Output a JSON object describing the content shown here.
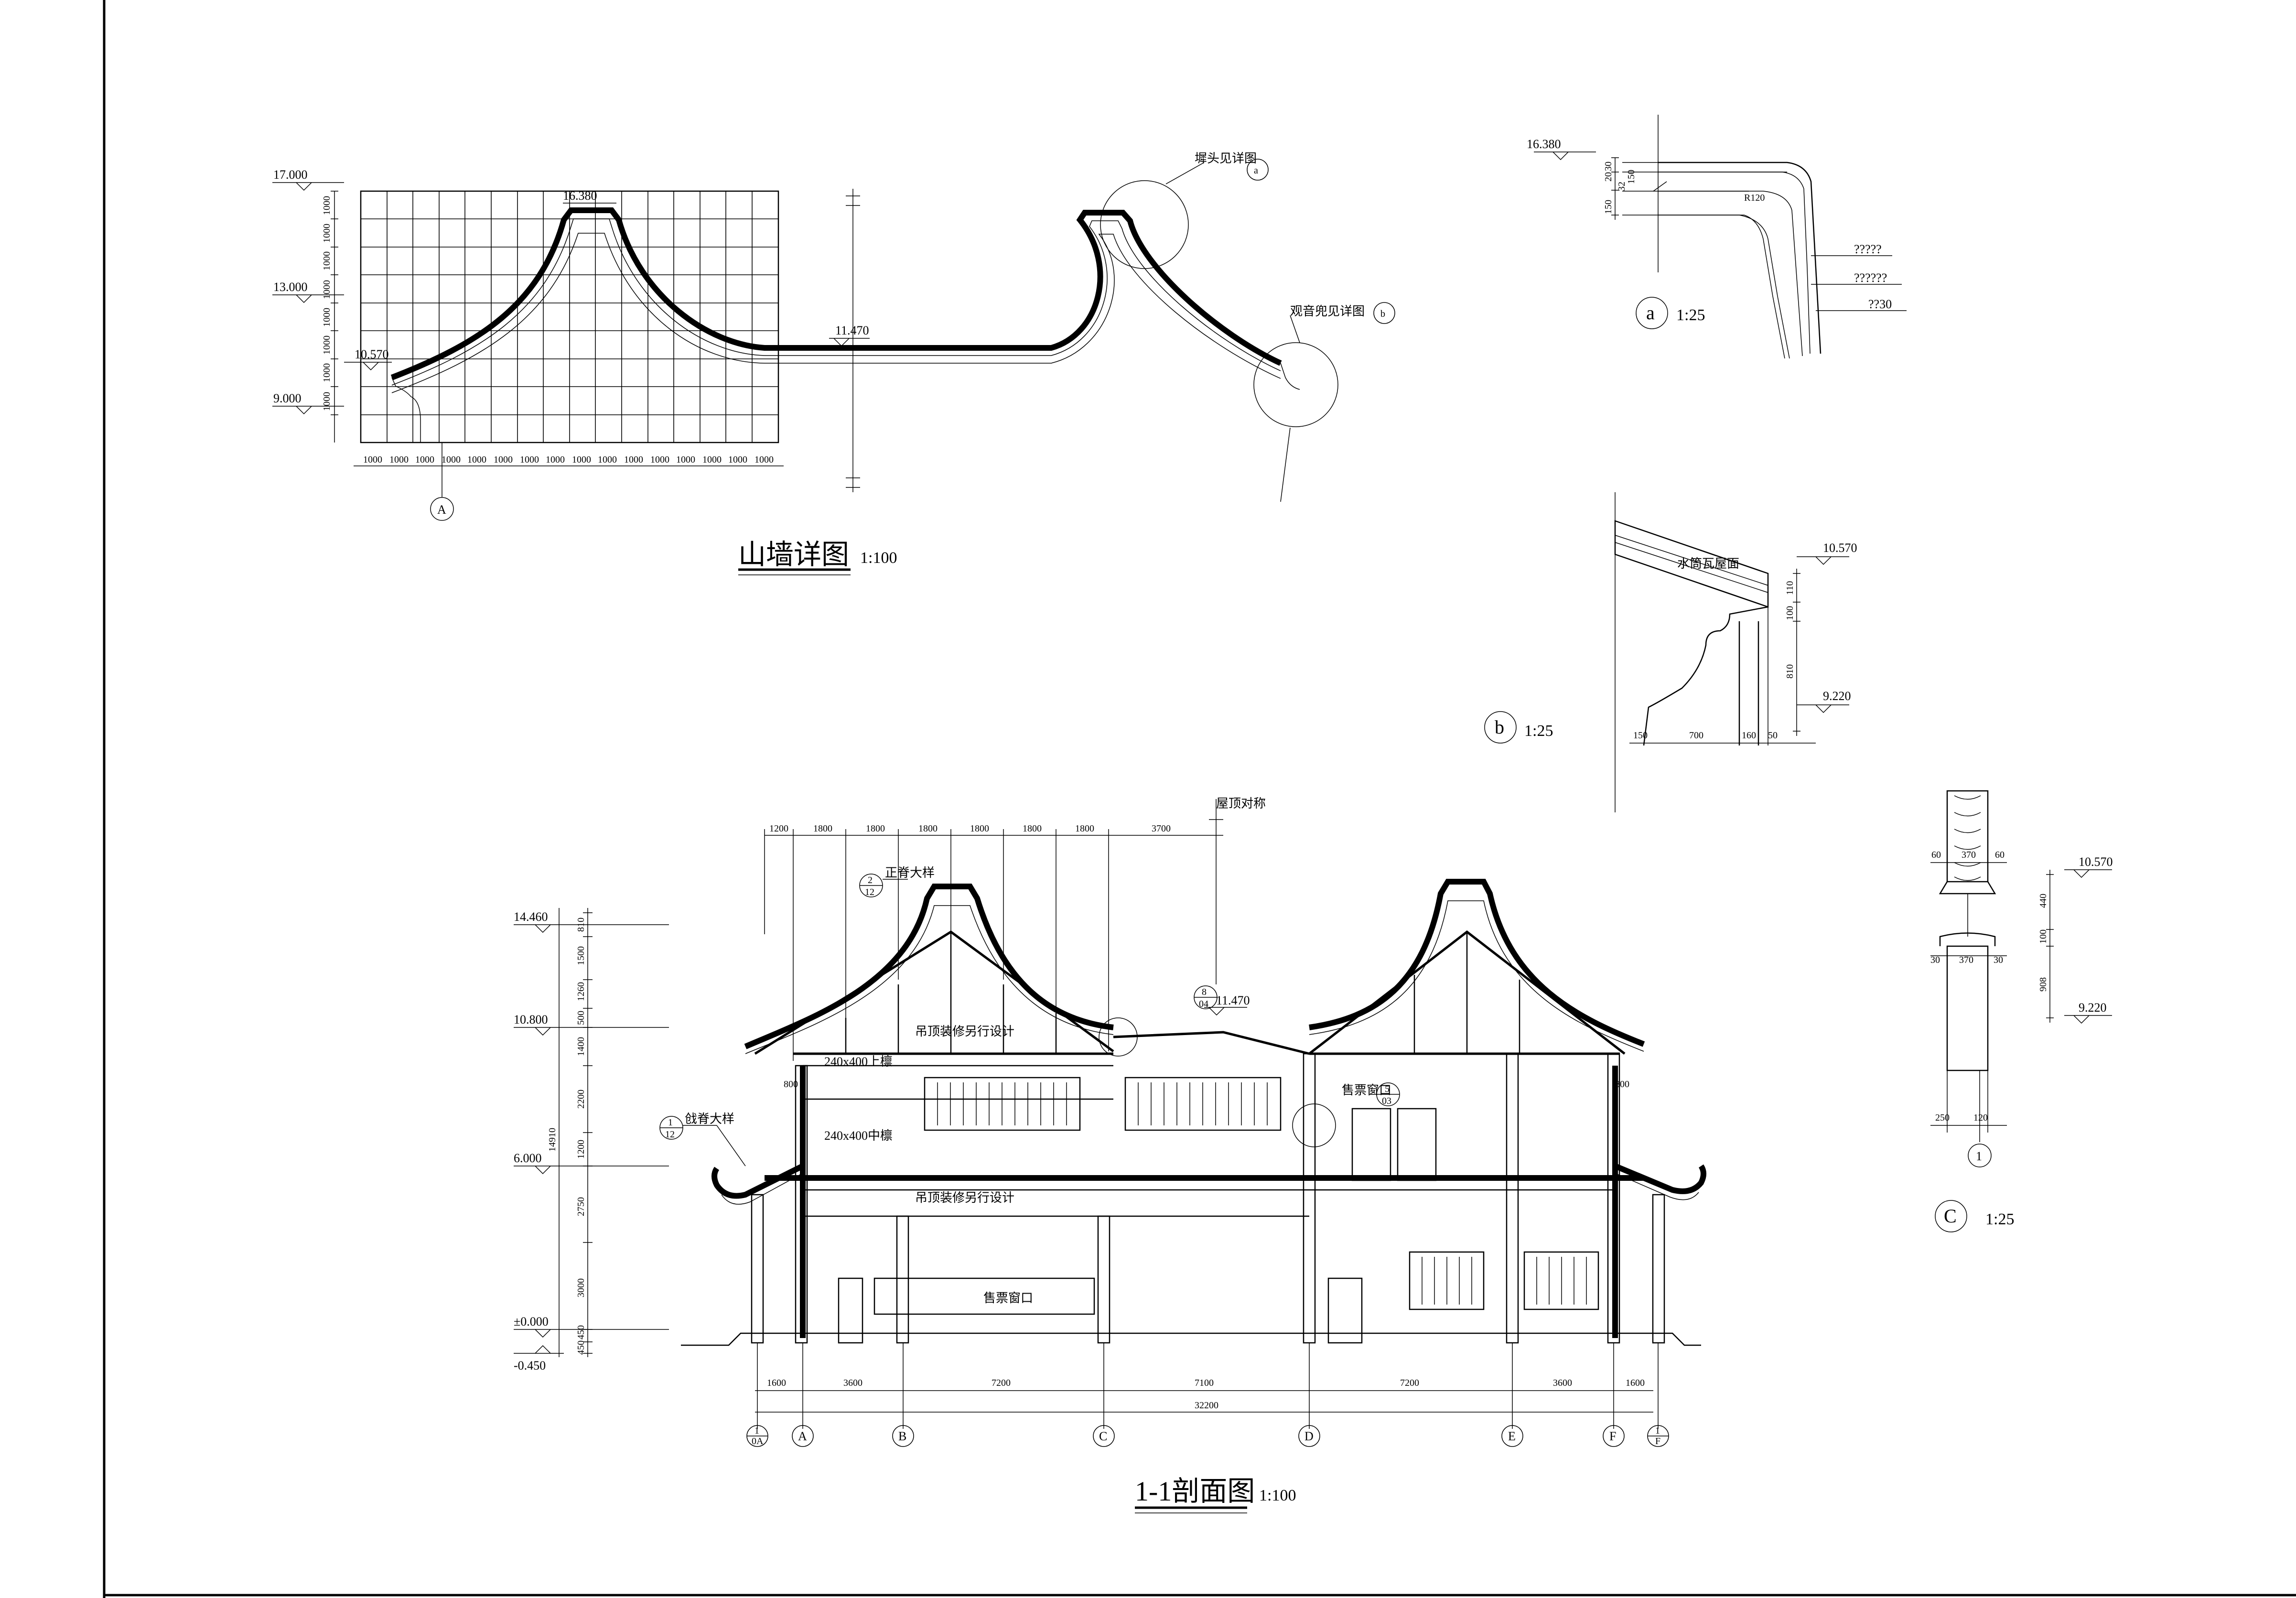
{
  "sheet": {
    "top_gable": {
      "title": "山墙详图",
      "scale": "1:100"
    },
    "section": {
      "title": "1-1剖面图",
      "scale": "1:100"
    },
    "detail_a_scale": "1:25",
    "detail_b_scale": "1:25",
    "detail_c_scale": "1:25"
  },
  "gable": {
    "levels": [
      "17.000",
      "13.000",
      "10.570",
      "9.000"
    ],
    "ridge_level": "16.380",
    "mid_level": "11.470",
    "grid_dims": [
      "1000",
      "1000",
      "1000",
      "1000",
      "1000",
      "1000",
      "1000",
      "1000",
      "1000",
      "1000",
      "1000",
      "1000",
      "1000",
      "1000",
      "1000",
      "1000"
    ],
    "vert_dims": [
      "1000",
      "1000",
      "1000",
      "1000",
      "1000",
      "1000",
      "1000",
      "1000"
    ],
    "axis": "A",
    "note_ridge": "墀头见详图",
    "note_eave": "观音兜见详图",
    "ridge_tag": "a",
    "eave_tag": "b"
  },
  "detail_a": {
    "level": "16.380",
    "tag": "a",
    "dims": [
      "30",
      "20",
      "32",
      "150"
    ],
    "dim_note": "150",
    "radius": "R120",
    "labels": [
      "?????",
      "??????",
      "??30"
    ]
  },
  "detail_b": {
    "tag": "b",
    "level_top": "10.570",
    "level_bot": "9.220",
    "label": "水筒瓦屋面",
    "vert_dims": [
      "110",
      "100",
      "810"
    ],
    "horiz_dims": [
      "150",
      "700",
      "160",
      "50"
    ]
  },
  "detail_c": {
    "tag": "C",
    "axis": "1",
    "level_top": "10.570",
    "level_bot": "9.220",
    "top_dims": [
      "60",
      "370",
      "60"
    ],
    "mid_dims": [
      "30",
      "370",
      "30"
    ],
    "vert_dims": [
      "440",
      "100",
      "908"
    ],
    "bot_dims": [
      "250",
      "120"
    ]
  },
  "section": {
    "top_dims": [
      "1200",
      "1800",
      "1800",
      "1800",
      "1800",
      "1800",
      "1800",
      "3700"
    ],
    "roof_note": "屋顶对称",
    "left_levels": [
      "14.460",
      "10.800",
      "6.000",
      "±0.000",
      "-0.450"
    ],
    "left_dims": [
      "810",
      "1500",
      "1260",
      "500",
      "1400",
      "2200",
      "1200",
      "2750",
      "3000",
      "450",
      "450"
    ],
    "total_height": "14910",
    "mid_level": "11.470",
    "ridge_callout": {
      "label": "正脊大样",
      "num": "2",
      "den": "12"
    },
    "eave_callout": {
      "label": "戗脊大样",
      "num": "1",
      "den": "12"
    },
    "valley_callout": {
      "num": "8",
      "den": "04"
    },
    "window_callout": {
      "label": "售票窗口",
      "num": "5",
      "den": "03"
    },
    "beam_upper": "240x400上檩",
    "beam_mid": "240x400中檩",
    "ceiling_upper": "吊顶装修另行设计",
    "ceiling_lower": "吊顶装修另行设计",
    "ticket_window": "售票窗口",
    "dim_800_l": "800",
    "dim_800_r": "800",
    "bottom_dims": [
      "1600",
      "3600",
      "7200",
      "7100",
      "7200",
      "3600",
      "1600"
    ],
    "total": "32200",
    "axes": [
      "A",
      "B",
      "C",
      "D",
      "E",
      "F"
    ],
    "axis_start": {
      "num": "1",
      "den": "0A"
    },
    "axis_end": {
      "num": "1",
      "den": "F"
    }
  }
}
